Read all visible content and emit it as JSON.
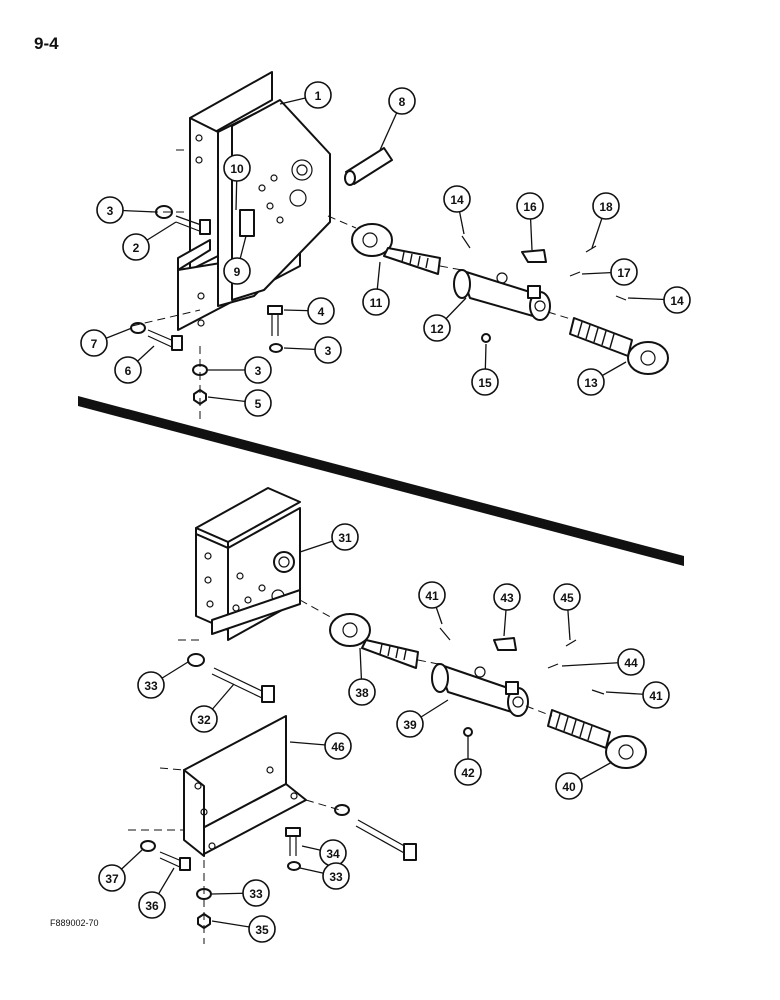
{
  "page_label": "9-4",
  "figure_code": "F889002-70",
  "callouts_upper": [
    "1",
    "8",
    "10",
    "3",
    "2",
    "9",
    "14",
    "16",
    "18",
    "17",
    "11",
    "12",
    "14",
    "13",
    "15",
    "4",
    "7",
    "6",
    "3",
    "3",
    "5"
  ],
  "callouts_lower": [
    "31",
    "41",
    "43",
    "45",
    "44",
    "41",
    "33",
    "32",
    "38",
    "39",
    "42",
    "40",
    "46",
    "34",
    "37",
    "36",
    "33",
    "33",
    "35"
  ]
}
